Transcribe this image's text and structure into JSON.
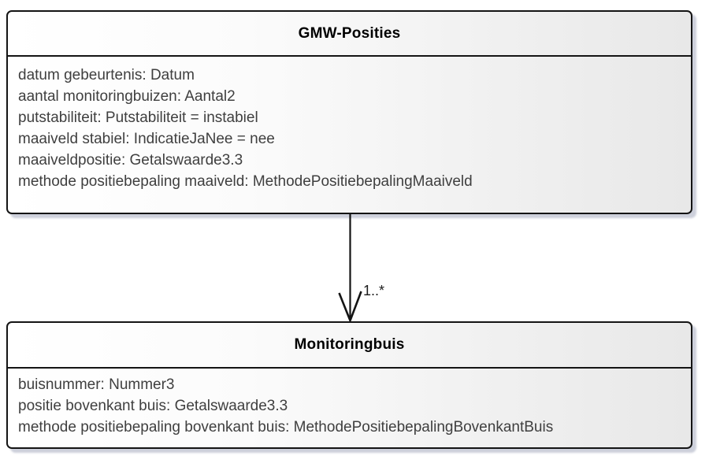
{
  "diagram": {
    "classes": [
      {
        "name": "GMW-Posities",
        "attributes": [
          "datum gebeurtenis: Datum",
          "aantal monitoringbuizen: Aantal2",
          "putstabiliteit: Putstabiliteit = instabiel",
          "maaiveld stabiel: IndicatieJaNee = nee",
          "maaiveldpositie: Getalswaarde3.3",
          "methode positiebepaling maaiveld: MethodePositiebepalingMaaiveld"
        ]
      },
      {
        "name": "Monitoringbuis",
        "attributes": [
          "buisnummer: Nummer3",
          "positie bovenkant buis: Getalswaarde3.3",
          "methode positiebepaling bovenkant buis: MethodePositiebepalingBovenkantBuis"
        ]
      }
    ],
    "association": {
      "source": "GMW-Posities",
      "target": "Monitoringbuis",
      "target_multiplicity": "1..*"
    },
    "colors": {
      "border": "#141414",
      "fill_left": "#ffffff",
      "fill_right": "#e8e8e8",
      "attribute_text": "#3f3f3f",
      "title_text": "#000000",
      "shadow": "#a4aabe"
    }
  }
}
